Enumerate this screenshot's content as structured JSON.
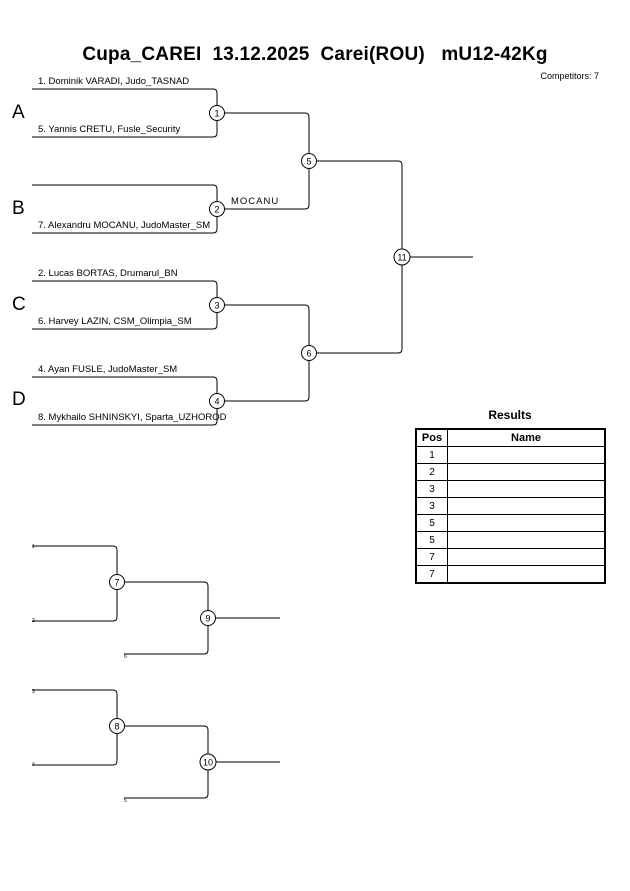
{
  "header": {
    "title": "Cupa_CAREI  13.12.2025  Carei(ROU)   mU12-42Kg",
    "competitors": "Competitors: 7"
  },
  "pools": [
    "A",
    "B",
    "C",
    "D"
  ],
  "competitors": {
    "a_top": "1. Dominik VARADI, Judo_TASNAD",
    "a_bottom": "5. Yannis CRETU, Fusle_Security",
    "b_top": "",
    "b_bottom": "7. Alexandru MOCANU, JudoMaster_SM",
    "c_top": "2. Lucas BORTAS, Drumarul_BN",
    "c_bottom": "6. Harvey LAZIN, CSM_Olimpia_SM",
    "d_top": "4. Ayan FUSLE, JudoMaster_SM",
    "d_bottom": "8. Mykhailo SHNINSKYI, Sparta_UZHOROD"
  },
  "match_winners": {
    "match_2": "MOCANU"
  },
  "matches": [
    "1",
    "2",
    "3",
    "4",
    "5",
    "6",
    "11",
    "7",
    "9",
    "8",
    "10"
  ],
  "repechage": {
    "r7_top": "1",
    "r7_bottom": "2",
    "r9_bottom": "6",
    "r8_top": "3",
    "r8_bottom": "4",
    "r10_bottom": "5"
  },
  "results": {
    "title": "Results",
    "headers": [
      "Pos",
      "Name"
    ],
    "rows": [
      {
        "pos": "1",
        "name": ""
      },
      {
        "pos": "2",
        "name": ""
      },
      {
        "pos": "3",
        "name": ""
      },
      {
        "pos": "3",
        "name": ""
      },
      {
        "pos": "5",
        "name": ""
      },
      {
        "pos": "5",
        "name": ""
      },
      {
        "pos": "7",
        "name": ""
      },
      {
        "pos": "7",
        "name": ""
      }
    ]
  }
}
